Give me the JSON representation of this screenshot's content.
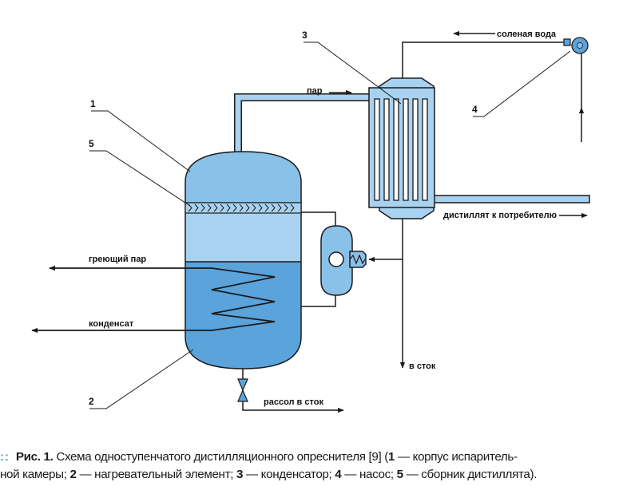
{
  "labels": {
    "salt_water": "соленая вода",
    "steam": "пар",
    "distillate": "дистиллят к потребителю",
    "heating_steam": "греющий пар",
    "condensate": "конденсат",
    "drain": "в сток",
    "brine": "рассол в сток"
  },
  "callouts": [
    "1",
    "2",
    "3",
    "4",
    "5"
  ],
  "caption": {
    "marker": "::",
    "title": "Рис. 1.",
    "text1": "Схема одноступенчатого дистилляционного опреснителя [9] (",
    "n1": "1",
    "t1": "— корпус испаритель-",
    "t1b": "ной камеры;",
    "n2": "2",
    "t2": "— нагревательный элемент;",
    "n3": "3",
    "t3": "— конденсатор;",
    "n4": "4",
    "t4": "— насос;",
    "n5": "5",
    "t5": "— сборник дистиллята)."
  },
  "colors": {
    "light_blue": "#a9d2f0",
    "mid_blue": "#8ac1e9",
    "water_blue": "#5aa3db",
    "line": "#1a1a1a"
  }
}
